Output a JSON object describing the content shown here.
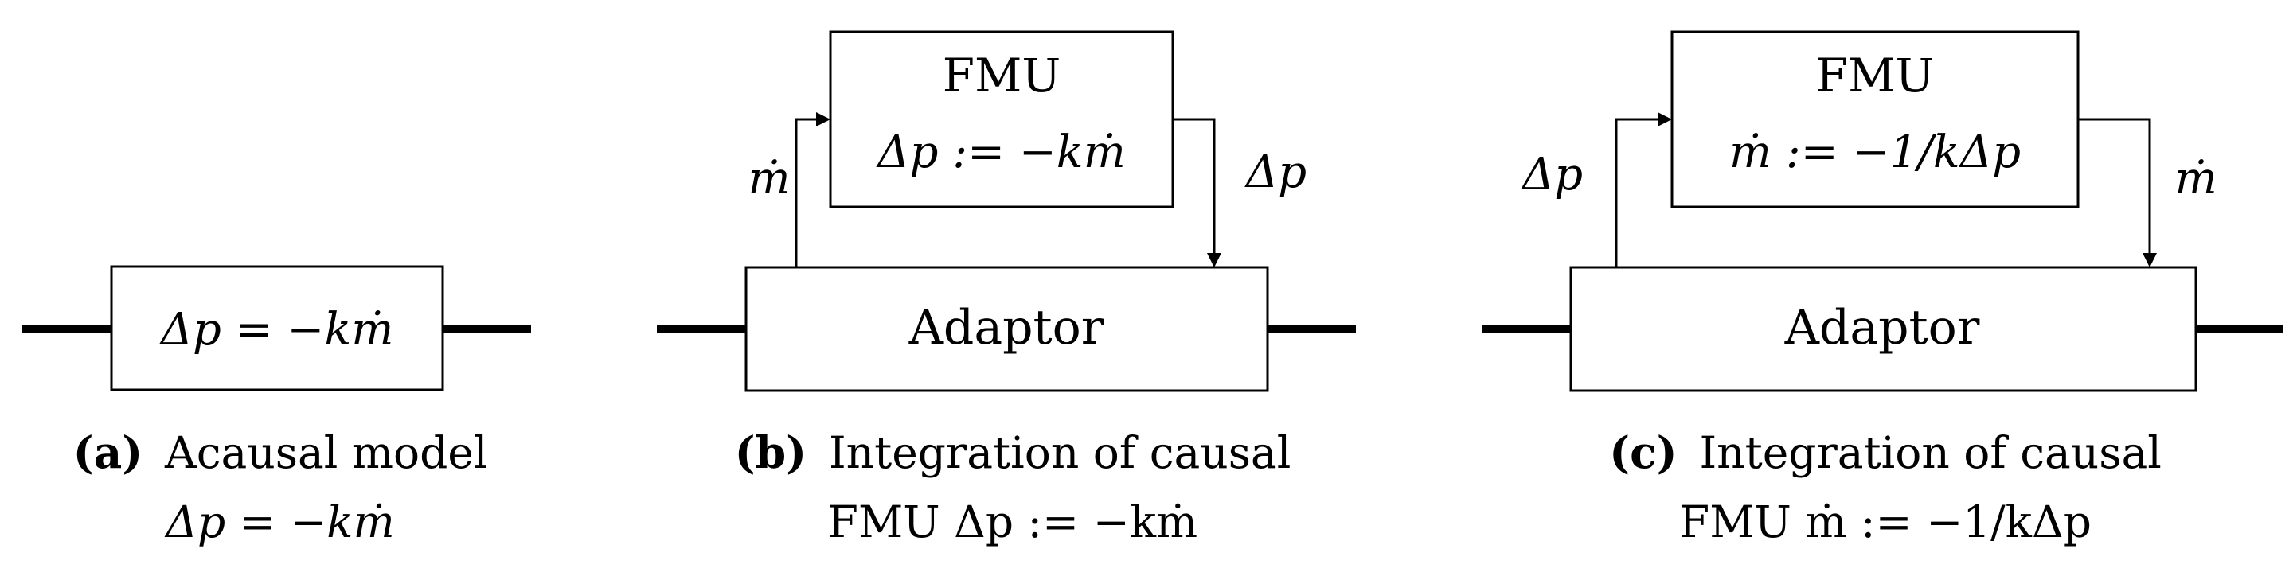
{
  "panel_a": {
    "equation": "Δp = −kṁ",
    "caption_letter": "(a)",
    "caption_line1": "Acausal model",
    "caption_line2": "Δp = −kṁ"
  },
  "panel_b": {
    "fmu_title": "FMU",
    "fmu_equation": "Δp := −kṁ",
    "adaptor_label": "Adaptor",
    "input_signal": "ṁ",
    "output_signal": "Δp",
    "caption_letter": "(b)",
    "caption_line1": "Integration of causal",
    "caption_line2": "FMU Δp := −kṁ"
  },
  "panel_c": {
    "fmu_title": "FMU",
    "fmu_equation": "ṁ := −1/kΔp",
    "adaptor_label": "Adaptor",
    "input_signal": "Δp",
    "output_signal": "ṁ",
    "caption_letter": "(c)",
    "caption_line1": "Integration of causal",
    "caption_line2": "FMU ṁ := −1/kΔp"
  }
}
